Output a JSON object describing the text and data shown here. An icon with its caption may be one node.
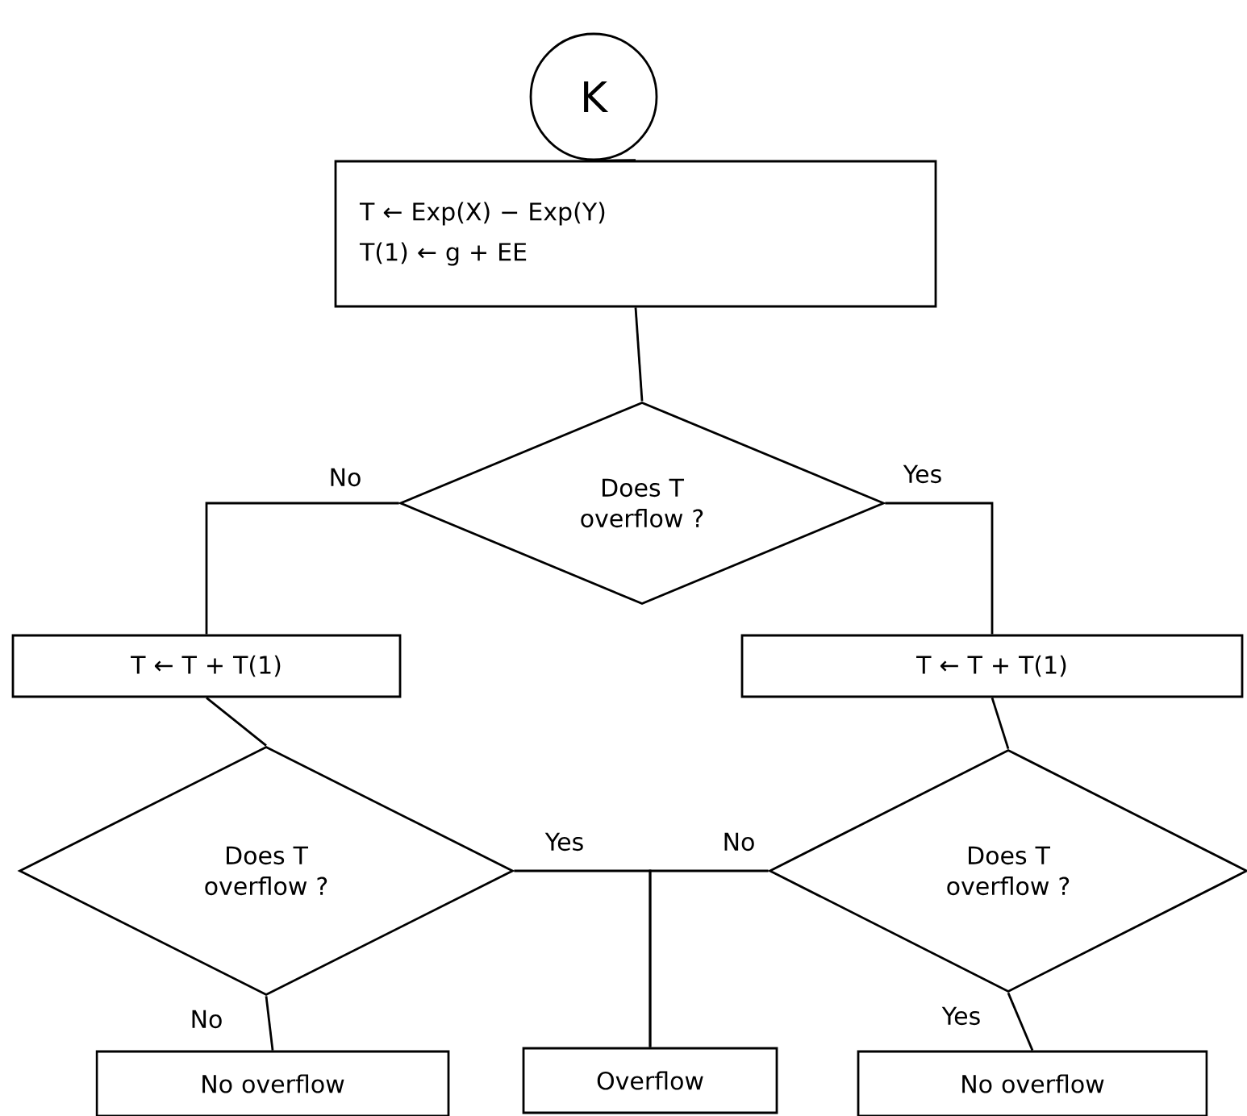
{
  "diagram": {
    "nodes": [
      {
        "text": [
          "K"
        ]
      },
      {
        "text": [
          "T ← Exp(X) − Exp(Y)",
          "T(1) ← g + EE"
        ]
      },
      {
        "text": [
          "Does T overflow ?"
        ]
      },
      {
        "text": [
          "T ← T + T(1)"
        ]
      },
      {
        "text": [
          "T ← T + T(1)"
        ]
      },
      {
        "text": [
          "Does T overflow ?"
        ]
      },
      {
        "text": [
          "Does T overflow ?"
        ]
      },
      {
        "text": [
          "No overflow"
        ]
      },
      {
        "text": [
          "Overflow"
        ]
      },
      {
        "text": [
          "No overflow"
        ]
      }
    ],
    "edges": [
      {
        "from": 0,
        "to": 1,
        "arrow": "none"
      },
      {
        "from": 1,
        "to": 2,
        "arrow": "none"
      },
      {
        "from": 2,
        "to": 3,
        "arrow": "none",
        "label": "No"
      },
      {
        "from": 2,
        "to": 4,
        "arrow": "none",
        "label": "Yes"
      },
      {
        "from": 3,
        "to": 5,
        "arrow": "none"
      },
      {
        "from": 4,
        "to": 6,
        "arrow": "none"
      },
      {
        "from": 5,
        "to": 7,
        "arrow": "none",
        "label": "No"
      },
      {
        "from": 5,
        "to": 8,
        "arrow": "none",
        "label": "Yes"
      },
      {
        "from": 6,
        "to": 8,
        "arrow": "none",
        "label": "No"
      },
      {
        "from": 6,
        "to": 9,
        "arrow": "none",
        "label": "Yes"
      }
    ]
  }
}
